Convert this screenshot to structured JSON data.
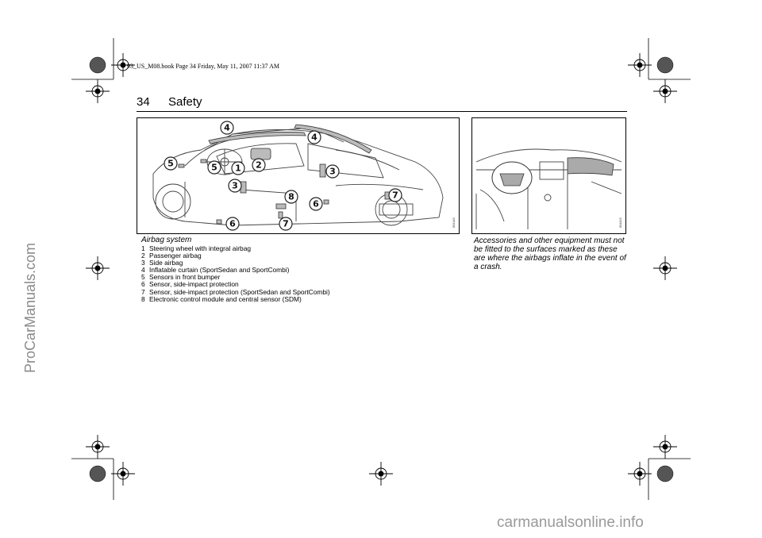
{
  "file_info": "93_US_M08.book  Page 34  Friday, May 11, 2007  11:37 AM",
  "header": {
    "page_number": "34",
    "section_title": "Safety"
  },
  "figure1": {
    "code": "IB3145",
    "callouts": [
      "4",
      "4",
      "5",
      "5",
      "1",
      "2",
      "3",
      "3",
      "8",
      "6",
      "7",
      "7",
      "6"
    ],
    "caption": "Airbag system",
    "legend": [
      {
        "num": "1",
        "text": "Steering wheel with integral airbag"
      },
      {
        "num": "2",
        "text": "Passenger airbag"
      },
      {
        "num": "3",
        "text": "Side airbag"
      },
      {
        "num": "4",
        "text": "Inflatable curtain (SportSedan and SportCombi)"
      },
      {
        "num": "5",
        "text": "Sensors in front bumper"
      },
      {
        "num": "6",
        "text": "Sensor, side-impact protection"
      },
      {
        "num": "7",
        "text": "Sensor, side-impact protection (SportSedan and SportCombi)"
      },
      {
        "num": "8",
        "text": "Electronic control module and central sensor (SDM)"
      }
    ]
  },
  "figure2": {
    "code": "IB4416",
    "note": "Accessories and other equipment must not be fitted to the surfaces marked as these are where the airbags inflate in the event of a crash."
  },
  "watermarks": {
    "left": "ProCarManuals.com",
    "bottom": "carmanualsonline.info"
  }
}
